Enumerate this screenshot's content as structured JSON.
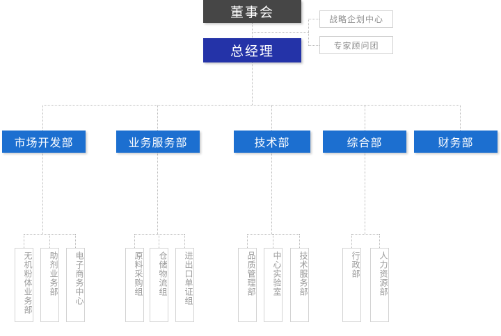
{
  "diagram": {
    "type": "organizational-chart",
    "title": "",
    "colors": {
      "board_bg": "#464646",
      "general_manager_bg": "#2433a8",
      "department_bg": "#1c6fd0",
      "unit_border": "#d2d2d2",
      "unit_text": "#9a9a9a",
      "connector": "#b9b9b9"
    },
    "top": {
      "board": {
        "label": "董事会"
      },
      "general_manager": {
        "label": "总经理"
      }
    },
    "advisory": [
      {
        "label": "战略企划中心"
      },
      {
        "label": "专家顾问团"
      }
    ],
    "departments": [
      {
        "label": "市场开发部",
        "units": [
          {
            "label": "无机粉体业务部"
          },
          {
            "label": "助剂业务部"
          },
          {
            "label": "电子商务中心"
          }
        ]
      },
      {
        "label": "业务服务部",
        "units": [
          {
            "label": "原料采购组"
          },
          {
            "label": "仓储物流组"
          },
          {
            "label": "进出口单证组"
          }
        ]
      },
      {
        "label": "技术部",
        "units": [
          {
            "label": "品质管理部"
          },
          {
            "label": "中心实验室"
          },
          {
            "label": "技术服务部"
          }
        ]
      },
      {
        "label": "综合部",
        "units": [
          {
            "label": "行政部"
          },
          {
            "label": "人力资源部"
          }
        ]
      },
      {
        "label": "财务部",
        "units": []
      }
    ]
  }
}
